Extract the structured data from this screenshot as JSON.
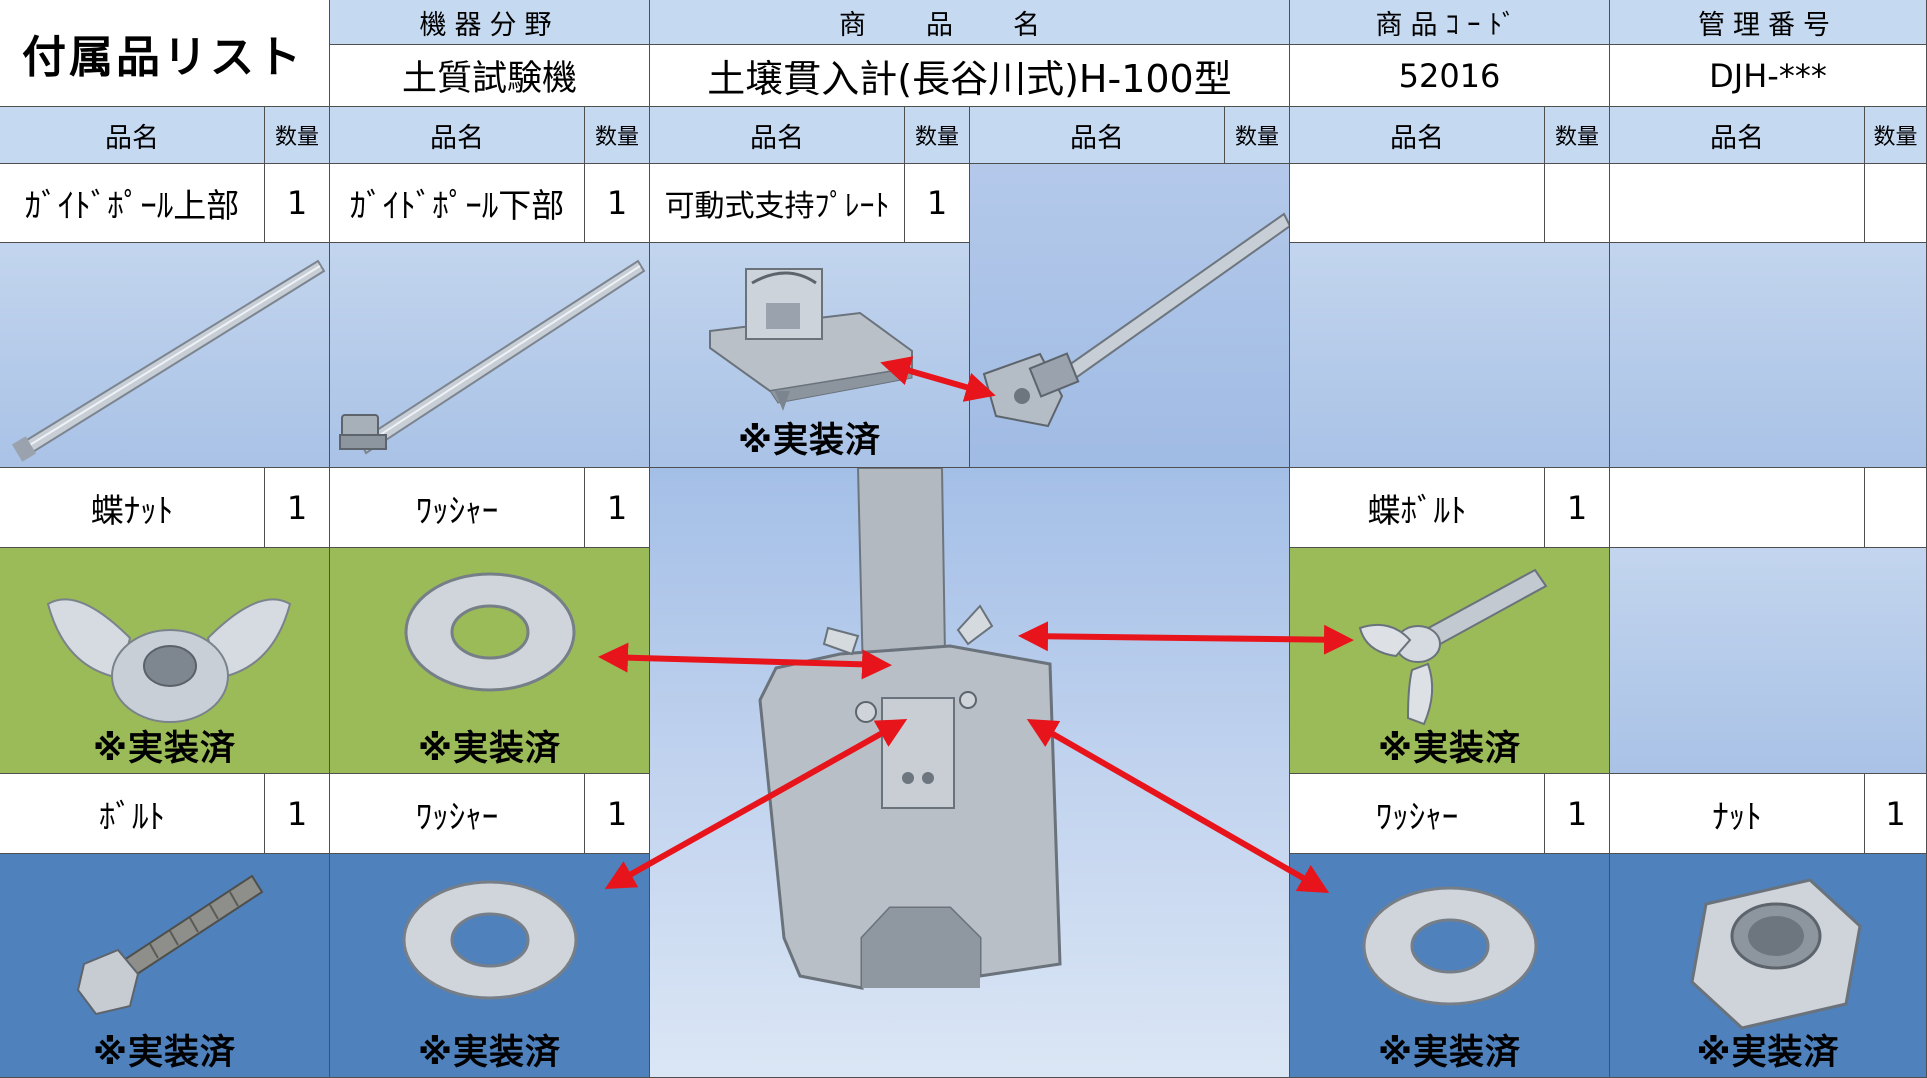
{
  "header": {
    "title": "付属品リスト",
    "field_label": "機器分野",
    "field_value": "土質試験機",
    "product_label": "商品名",
    "product_value": "土壌貫入計(長谷川式)H-100型",
    "code_label": "商品ｺｰﾄﾞ",
    "code_value": "52016",
    "mgmt_label": "管理番号",
    "mgmt_value": "DJH-***"
  },
  "columns": {
    "name_label": "品名",
    "qty_label": "数量"
  },
  "row1": {
    "items": [
      {
        "name": "ｶﾞｲﾄﾞﾎﾟｰﾙ上部",
        "qty": "1",
        "icon": "guide-pole-upper"
      },
      {
        "name": "ｶﾞｲﾄﾞﾎﾟｰﾙ下部",
        "qty": "1",
        "icon": "guide-pole-lower"
      },
      {
        "name": "可動式支持ﾌﾟﾚｰﾄ",
        "qty": "1",
        "icon": "support-plate",
        "note": "※実装済"
      }
    ]
  },
  "row2": {
    "items": [
      {
        "name": "蝶ﾅｯﾄ",
        "qty": "1",
        "icon": "wing-nut",
        "note": "※実装済"
      },
      {
        "name": "ﾜｯｼｬｰ",
        "qty": "1",
        "icon": "washer",
        "note": "※実装済"
      },
      {
        "name": "蝶ﾎﾞﾙﾄ",
        "qty": "1",
        "icon": "wing-bolt",
        "note": "※実装済"
      }
    ]
  },
  "row3": {
    "items": [
      {
        "name": "ﾎﾞﾙﾄ",
        "qty": "1",
        "icon": "hex-bolt",
        "note": "※実装済"
      },
      {
        "name": "ﾜｯｼｬｰ",
        "qty": "1",
        "icon": "washer",
        "note": "※実装済"
      },
      {
        "name": "ﾜｯｼｬｰ",
        "qty": "1",
        "icon": "washer",
        "note": "※実装済"
      },
      {
        "name": "ﾅｯﾄ",
        "qty": "1",
        "icon": "hex-nut",
        "note": "※実装済"
      }
    ]
  },
  "colors": {
    "header_blue": "#c5d9f1",
    "photo_green": "#9bbb59",
    "photo_blue": "#4f81bd",
    "arrow_red": "#e8141b"
  }
}
